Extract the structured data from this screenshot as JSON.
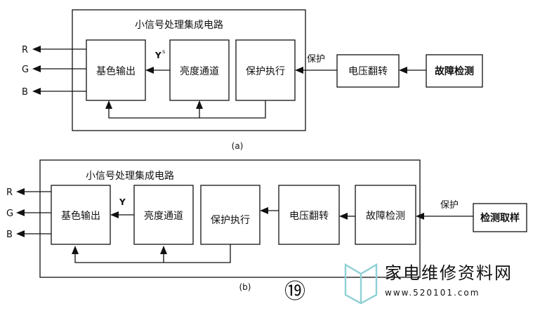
{
  "diagram_a": {
    "title": "小信号处理集成电路",
    "caption": "(a)",
    "outputs": [
      "R",
      "G",
      "B"
    ],
    "y_label": "Y",
    "y_mark": "s",
    "protect_label": "保护",
    "blocks": {
      "base_output": "基色输出",
      "luma_channel": "亮度通道",
      "protect_exec": "保护执行",
      "voltage_flip": "电压翻转",
      "fault_detect": "故障检测"
    }
  },
  "diagram_b": {
    "title": "小信号处理集成电路",
    "caption": "(b)",
    "outputs": [
      "R",
      "G",
      "B"
    ],
    "y_label": "Y",
    "protect_label": "保护",
    "blocks": {
      "base_output": "基色输出",
      "luma_channel": "亮度通道",
      "protect_exec": "保护执行",
      "voltage_flip": "电压翻转",
      "fault_detect": "故障检测",
      "detect_sample": "检测取样"
    }
  },
  "figure_number": "⑲",
  "watermark": {
    "name": "家电维修资料网",
    "url": "www.520101.com",
    "color": "#8fd0d6"
  }
}
